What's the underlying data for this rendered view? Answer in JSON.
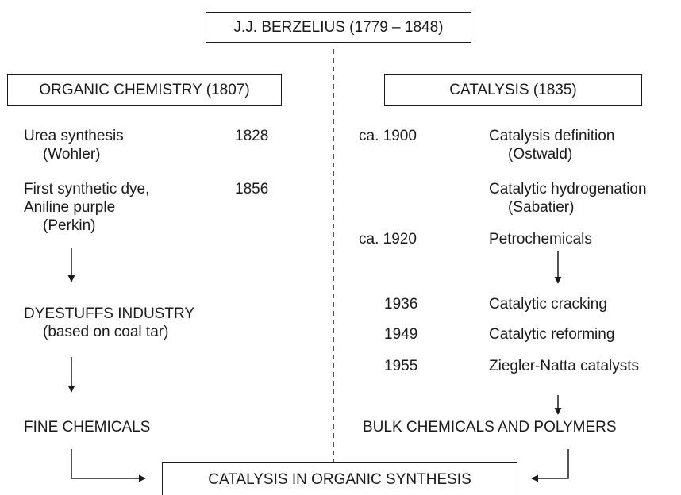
{
  "title": "J.J. BERZELIUS (1779 – 1848)",
  "organic": {
    "heading": "ORGANIC CHEMISTRY (1807)",
    "urea": {
      "label": "Urea synthesis",
      "who": "(Wohler)",
      "year": "1828"
    },
    "dye": {
      "label1": "First synthetic dye,",
      "label2": "Aniline purple",
      "who": "(Perkin)",
      "year": "1856"
    },
    "dyestuffs": {
      "label": "DYESTUFFS INDUSTRY",
      "sub": "(based on coal tar)"
    },
    "fine": "FINE CHEMICALS"
  },
  "catalysis": {
    "heading": "CATALYSIS (1835)",
    "definition": {
      "year": "ca. 1900",
      "label": "Catalysis definition",
      "who": "(Ostwald)"
    },
    "hydrogenation": {
      "label": "Catalytic hydrogenation",
      "who": "(Sabatier)"
    },
    "petro": {
      "year": "ca. 1920",
      "label": "Petrochemicals"
    },
    "cracking": {
      "year": "1936",
      "label": "Catalytic cracking"
    },
    "reforming": {
      "year": "1949",
      "label": "Catalytic reforming"
    },
    "ziegler": {
      "year": "1955",
      "label": "Ziegler-Natta catalysts"
    },
    "bulk": "BULK CHEMICALS AND POLYMERS"
  },
  "result": "CATALYSIS IN ORGANIC SYNTHESIS"
}
